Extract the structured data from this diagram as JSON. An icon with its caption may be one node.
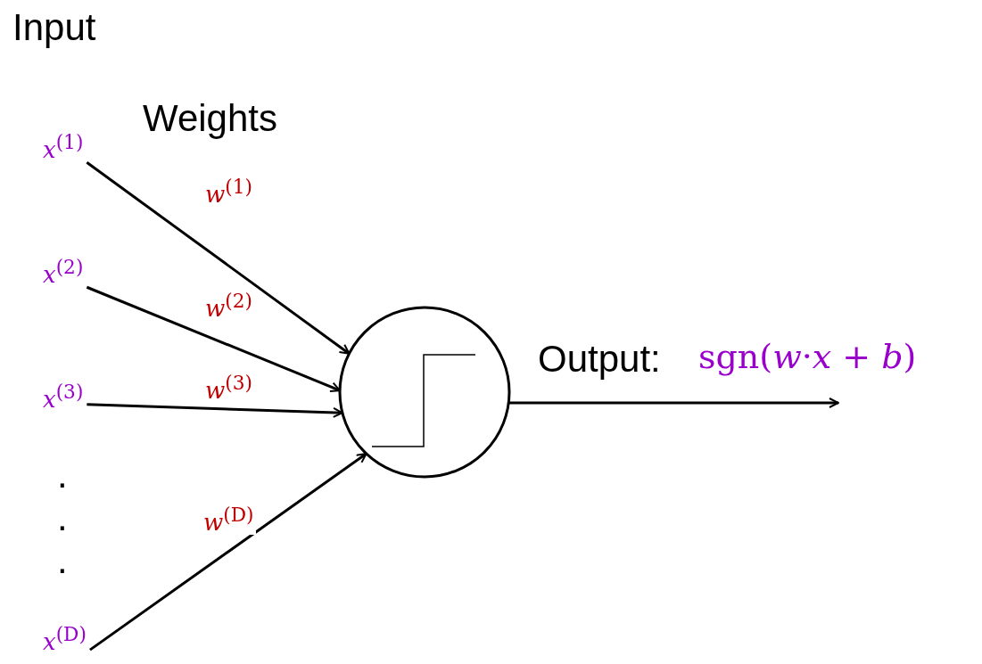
{
  "diagram": {
    "nodes": [
      {
        "text": [
          "*x*$^{(1)}$"
        ]
      },
      {
        "text": [
          "*x*$^{(2)}$"
        ]
      },
      {
        "text": [
          "*x*$^{(3)}$"
        ]
      },
      {
        "text": [
          "*x*$^{(D)}$"
        ]
      },
      {
        "text": [],
        "shape": "circle"
      }
    ],
    "edges": [
      {
        "from": 0,
        "to": 4,
        "arrow": "to",
        "label": "*w*$^{(1)}$"
      },
      {
        "from": 1,
        "to": 4,
        "arrow": "to",
        "label": "*w*$^{(2)}$"
      },
      {
        "from": 2,
        "to": 4,
        "arrow": "to",
        "label": "*w*$^{(3)}$"
      },
      {
        "from": 3,
        "to": 4,
        "arrow": "to",
        "label": "*w*$^{(D)}$"
      },
      {
        "from": 4,
        "to": null,
        "arrow": "to",
        "label": "Output:"
      }
    ],
    "labels": [
      "Input",
      "Weights",
      ".",
      ".",
      ".",
      "sgn(*w*·*x* + *b*)"
    ]
  }
}
